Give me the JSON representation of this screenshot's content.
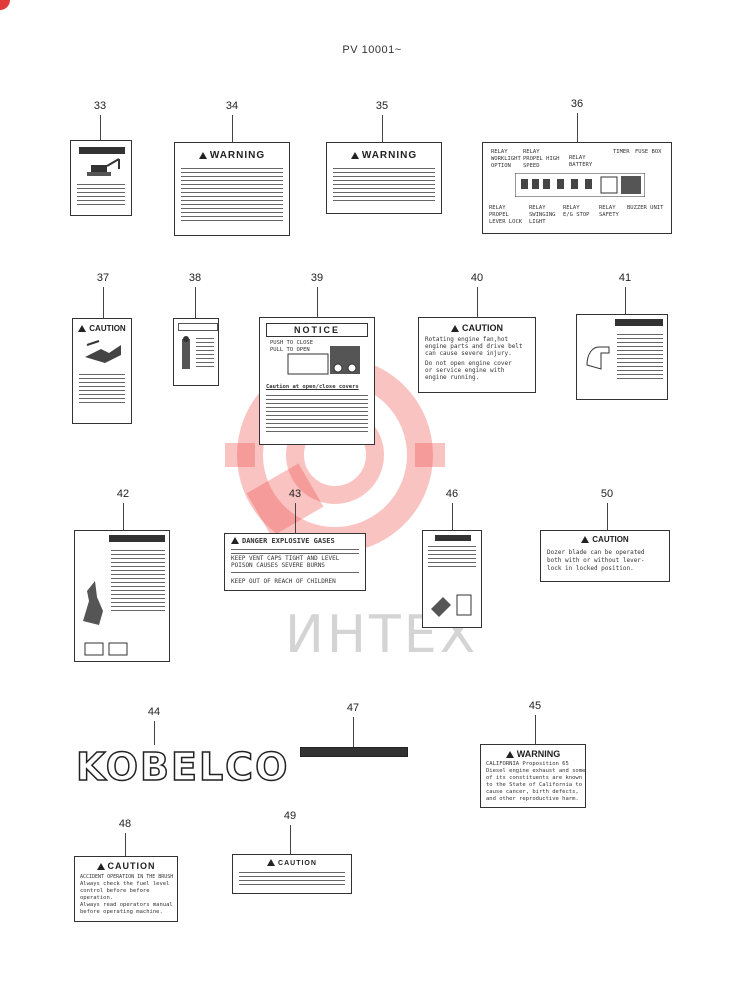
{
  "header": {
    "title": "PV 10001~"
  },
  "watermark": {
    "text": "ИНТЕХ",
    "color": "#e53935"
  },
  "labels": [
    {
      "number": "33",
      "heading": ""
    },
    {
      "number": "34",
      "heading": "WARNING"
    },
    {
      "number": "35",
      "heading": "WARNING"
    },
    {
      "number": "36",
      "heading": ""
    },
    {
      "number": "37",
      "heading": "CAUTION"
    },
    {
      "number": "38",
      "heading": ""
    },
    {
      "number": "39",
      "heading": "NOTICE"
    },
    {
      "number": "40",
      "heading": "CAUTION"
    },
    {
      "number": "41",
      "heading": ""
    },
    {
      "number": "42",
      "heading": ""
    },
    {
      "number": "43",
      "heading": "DANGER"
    },
    {
      "number": "46",
      "heading": ""
    },
    {
      "number": "50",
      "heading": "CAUTION"
    },
    {
      "number": "44",
      "heading": ""
    },
    {
      "number": "47",
      "heading": ""
    },
    {
      "number": "45",
      "heading": "WARNING"
    },
    {
      "number": "48",
      "heading": "CAUTION"
    },
    {
      "number": "49",
      "heading": "CAUTION"
    }
  ],
  "label36": {
    "top_left": "RELAY\nWORKLIGHT\nOPTION",
    "top_mid1": "RELAY\nPROPEL HIGH\nSPEED",
    "top_mid2": "RELAY\nBATTERY",
    "top_right1": "TIMER",
    "top_right2": "FUSE BOX",
    "bot_left": "RELAY\nPROPEL\nLEVER LOCK",
    "bot_mid1": "RELAY\nSWINGING\nLIGHT",
    "bot_mid2": "RELAY\nE/G STOP",
    "bot_right1": "RELAY\nSAFETY",
    "bot_right2": "BUZZER UNIT"
  },
  "label39": {
    "caption": "Caution at open/close covers",
    "text1": "PUSH TO CLOSE",
    "text2": "PULL TO OPEN"
  },
  "label40": {
    "line1": "Rotating engine fan,hot",
    "line2": "engine parts and drive belt",
    "line3": "can cause severe injury.",
    "line4": "Do not open engine cover",
    "line5": "or service engine with",
    "line6": "engine running."
  },
  "label43": {
    "line1": "EXPLOSIVE GASES",
    "line2": "KEEP VENT CAPS TIGHT AND LEVEL",
    "line3": "POISON CAUSES SEVERE BURNS",
    "line4": "KEEP OUT OF REACH OF CHILDREN"
  },
  "label50": {
    "line1": "Dozer blade can be operated",
    "line2": "both with or without lever-",
    "line3": "lock in locked position."
  },
  "label44": {
    "logo": "KOBELCO"
  },
  "label45": {
    "line1": "CALIFORNIA Proposition 65",
    "line2": "Diesel engine exhaust and some",
    "line3": "of its constituents are known",
    "line4": "to the State of California to",
    "line5": "cause cancer, birth defects,",
    "line6": "and other reproductive harm."
  },
  "label48": {
    "line1": "ACCIDENT OPERATION IN THE BRUSH",
    "line2": "Always check the fuel level",
    "line3": "control before before",
    "line4": "operation.",
    "line5": "Always read operators manual",
    "line6": "before operating machine."
  }
}
